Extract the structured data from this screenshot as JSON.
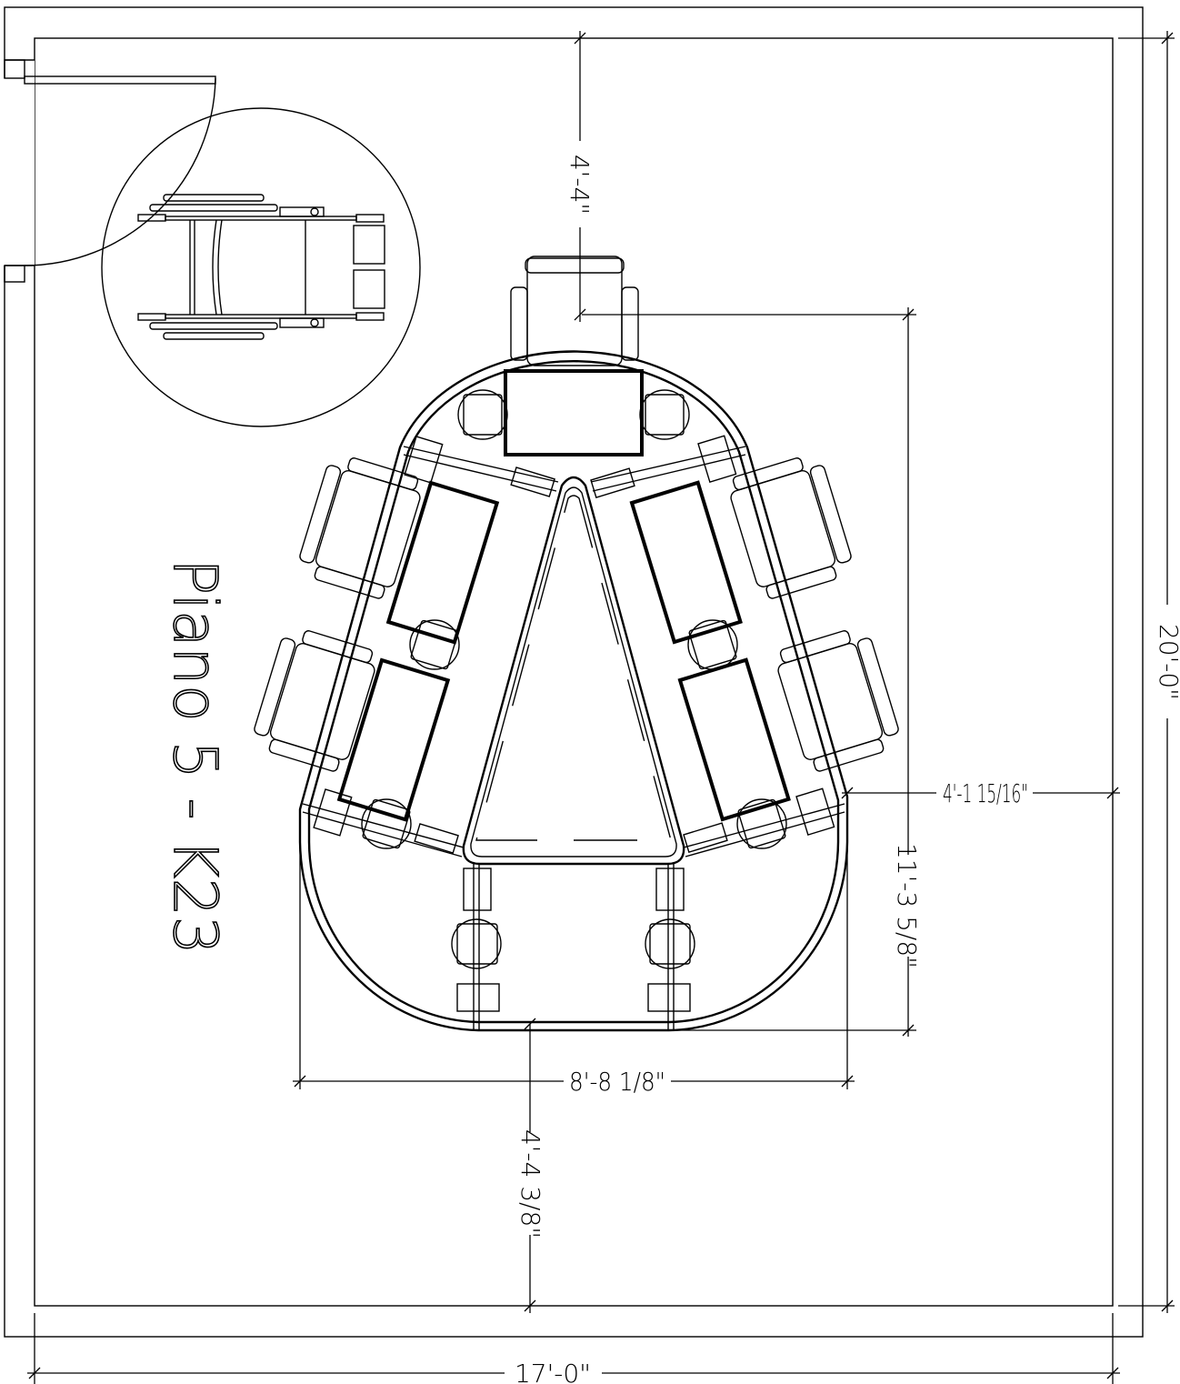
{
  "drawing": {
    "title": "Piano 5 - K23"
  },
  "dimensions": {
    "room_width": "17'-0\"",
    "room_depth": "20'-0\"",
    "top_clearance": "4'-4\"",
    "bottom_clearance": "4'-4 3/8\"",
    "right_clearance": "4'-1 15/16\"",
    "station_depth": "11'-3 5/8\"",
    "station_width": "8'-8 1/8\""
  },
  "symbols": {
    "wheelchair": "wheelchair-turning-circle-icon",
    "door": "door-swing-icon",
    "chair": "chair-icon",
    "stool": "stool-icon",
    "desk": "desk-icon"
  }
}
